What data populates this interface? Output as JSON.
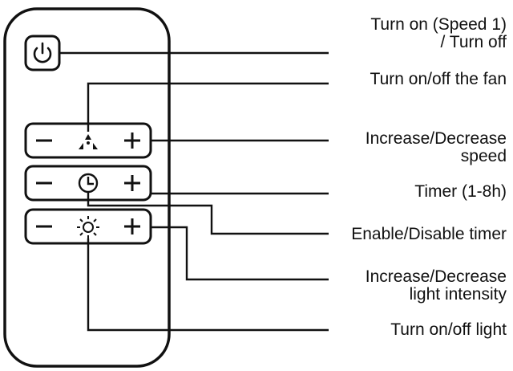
{
  "colors": {
    "ink": "#111111",
    "background": "#ffffff"
  },
  "remote": {
    "buttons": [
      {
        "icon": "power-icon"
      },
      {
        "icon": "fan-icon"
      },
      {
        "icon": "minus-icon"
      },
      {
        "icon": "plus-icon"
      },
      {
        "icon": "clock-icon"
      },
      {
        "icon": "minus-icon"
      },
      {
        "icon": "plus-icon"
      },
      {
        "icon": "sun-icon"
      },
      {
        "icon": "minus-icon"
      },
      {
        "icon": "plus-icon"
      }
    ]
  },
  "labels": {
    "power_line1": "Turn on (Speed 1)",
    "power_line2": "/ Turn off",
    "fan": "Turn on/off the fan",
    "speed_line1": "Increase/Decrease",
    "speed_line2": "speed",
    "timer": "Timer (1-8h)",
    "enable_timer": "Enable/Disable timer",
    "light_line1": "Increase/Decrease",
    "light_line2": "light intensity",
    "light_toggle": "Turn on/off light"
  }
}
